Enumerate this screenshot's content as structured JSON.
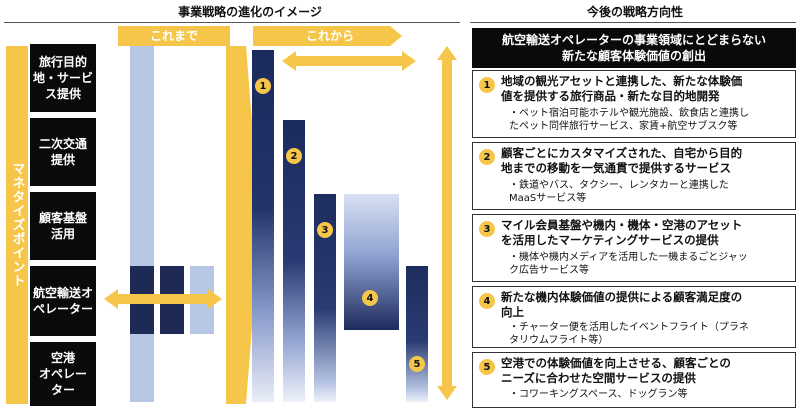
{
  "left_section": {
    "title": "事業戦略の進化のイメージ",
    "before_label": "これまで",
    "after_label": "これから",
    "axis_label": "マネタイズポイント",
    "categories": [
      "旅行目的地・サービス提供",
      "二次交通提供",
      "顧客基盤活用",
      "航空輸送オペレーター",
      "空港オペレーター"
    ],
    "category_lines": [
      [
        "旅行目的",
        "地・サービ",
        "ス提供"
      ],
      [
        "二次交通",
        "提供"
      ],
      [
        "顧客基盤",
        "活用"
      ],
      [
        "航空輸送オ",
        "ペレーター"
      ],
      [
        "空港",
        "オペレー",
        "ター"
      ]
    ],
    "markers": [
      "1",
      "2",
      "3",
      "4",
      "5"
    ]
  },
  "right_section": {
    "title": "今後の戦略方向性",
    "header_lines": [
      "航空輸送オペレーターの事業領域にとどまらない",
      "新たな顧客体験価値の創出"
    ],
    "items": [
      {
        "num": "1",
        "title_lines": [
          "地域の観光アセットと連携した、新たな体験価",
          "値を提供する旅行商品・新たな目的地開発"
        ],
        "sub_lines": [
          "・ペット宿泊可能ホテルや観光施設、飲食店と連携し",
          "たペット同伴旅行サービス、家賃+航空サブスク等"
        ]
      },
      {
        "num": "2",
        "title_lines": [
          "顧客ごとにカスタマイズされた、自宅から目的",
          "地までの移動を一気通貫で提供するサービス"
        ],
        "sub_lines": [
          "・鉄道やバス、タクシー、レンタカーと連携した",
          "MaaSサービス等"
        ]
      },
      {
        "num": "3",
        "title_lines": [
          "マイル会員基盤や機内・機体・空港のアセット",
          "を活用したマーケティングサービスの提供"
        ],
        "sub_lines": [
          "・機体や機内メディアを活用した一機まるごとジャッ",
          "ク広告サービス等"
        ]
      },
      {
        "num": "4",
        "title_lines": [
          "新たな機内体験価値の提供による顧客満足度の",
          "向上"
        ],
        "sub_lines": [
          "・チャーター便を活用したイベントフライト（プラネ",
          "タリウムフライト等）"
        ]
      },
      {
        "num": "5",
        "title_lines": [
          "空港での体験価値を向上させる、顧客ごとの",
          "ニーズに合わせた空間サービスの提供"
        ],
        "sub_lines": [
          "・コワーキングスペース、ドッグラン等"
        ]
      }
    ]
  },
  "colors": {
    "accent_yellow": "#f5c64a",
    "navy": "#1e2a55",
    "pale_blue": "#b8c7e6",
    "black": "#0a0a0a"
  }
}
